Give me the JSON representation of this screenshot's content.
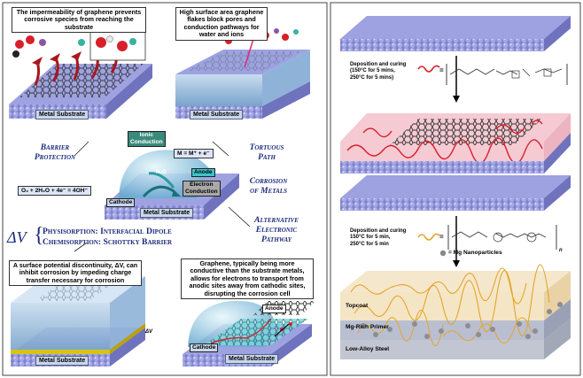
{
  "barrier_caption": "The impermeability of graphene prevents corrosive species from reaching the substrate",
  "tortuous_caption": "High surface area graphene flakes block pores and conduction pathways for water and ions",
  "substrate_label": "Metal Substrate",
  "titles": {
    "barrier": "Barrier\nProtection",
    "tortuous": "Tortuous\nPath",
    "corrosion": "Corrosion\nof Metals",
    "alternative": "Alternative\nElectronic\nPathway"
  },
  "center": {
    "ionic": "Ionic\nConduction",
    "metal_eq": "M = M⁺ + e⁻",
    "water": "H₂O",
    "anode": "Anode",
    "electron": "Electron\nConduction",
    "oxygen_eq": "O₂ + 2H₂O + 4e⁻ = 4OH⁻",
    "cathode": "Cathode"
  },
  "delta_v": {
    "symbol": "ΔV",
    "line1": "Physisorption: Interfacial Dipole",
    "line2": "Chemisorption: Schottky Barrier",
    "caption": "A surface potential discontinuity, ΔV, can inhibit corrosion by impeding charge transfer necessary for corrosion",
    "side_label": "ΔV"
  },
  "alt_caption": "Graphene, typically being more conductive than the substrate metals, allows for electrons to transport from anodic sites away from cathodic sites, disrupting the corrosion cell",
  "alt_anode": "Anode",
  "alt_cathode": "Cathode",
  "right": {
    "step1": "Deposition and curing\n(150°C for 5 mins,\n250°C for 5 mins)",
    "equals1": "=",
    "step2": "Deposition and curing\n150°C for 5 min,\n250°C for 5 min",
    "equals2": "=",
    "subscript_n": "n",
    "mg_legend": "= Mg Nanoparticles",
    "topcoat": "Topcoat",
    "primer": "Mg-Rich Primer",
    "steel": "Low-Alloy Steel"
  },
  "colors": {
    "substrate": "#8f93d6",
    "coating": "#a9c7e3",
    "anode_teal": "#3ec3c9",
    "polymer_red": "#d8202a",
    "polymer_orange": "#e4a529",
    "title_navy": "#1c2a7a",
    "pink_layer": "#f2b8c4"
  }
}
